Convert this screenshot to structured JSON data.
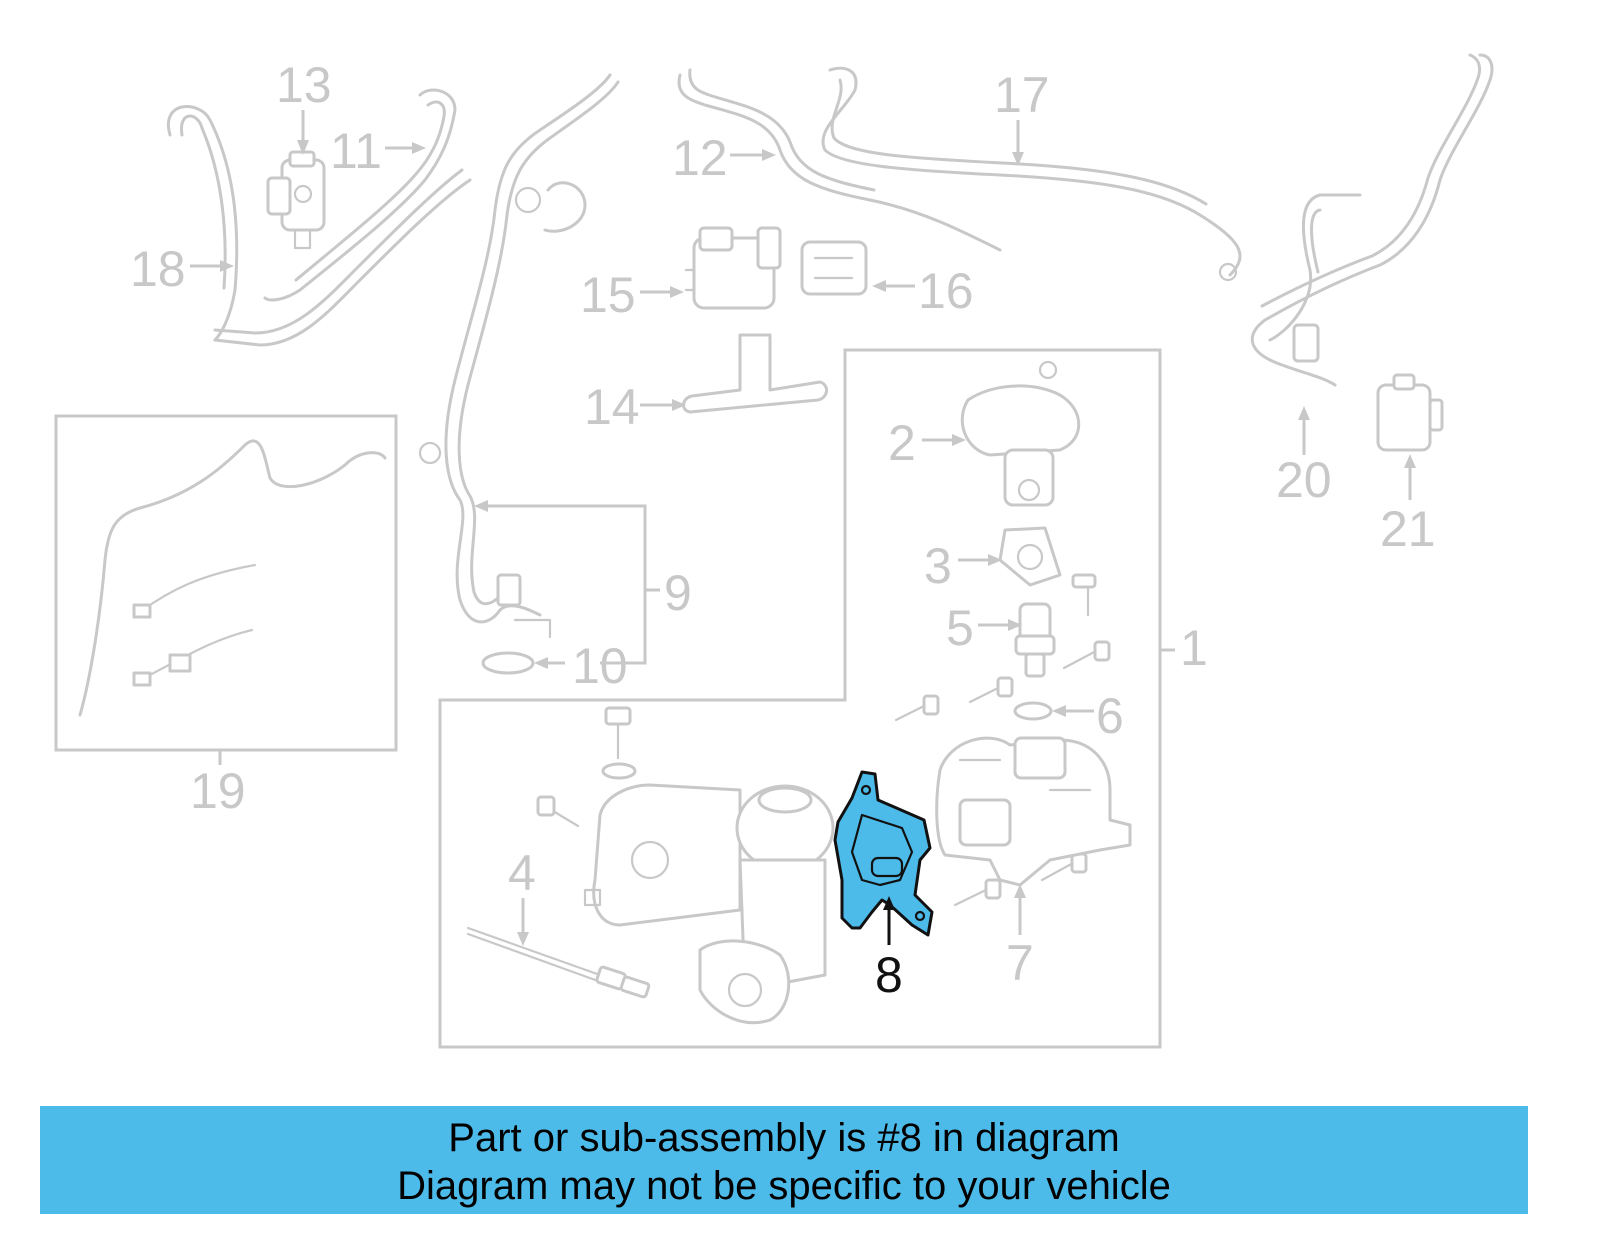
{
  "diagram": {
    "highlight_color": "#4dbbe9",
    "callouts": {
      "c1": "1",
      "c2": "2",
      "c3": "3",
      "c4": "4",
      "c5": "5",
      "c6": "6",
      "c7": "7",
      "c8": "8",
      "c9": "9",
      "c10": "10",
      "c11": "11",
      "c12": "12",
      "c13": "13",
      "c14": "14",
      "c15": "15",
      "c16": "16",
      "c17": "17",
      "c18": "18",
      "c19": "19",
      "c20": "20",
      "c21": "21"
    },
    "highlighted_part": "8"
  },
  "banner": {
    "line1": "Part or sub-assembly is #8 in diagram",
    "line2": "Diagram may not be specific to your vehicle",
    "background": "#4dbbe9"
  }
}
